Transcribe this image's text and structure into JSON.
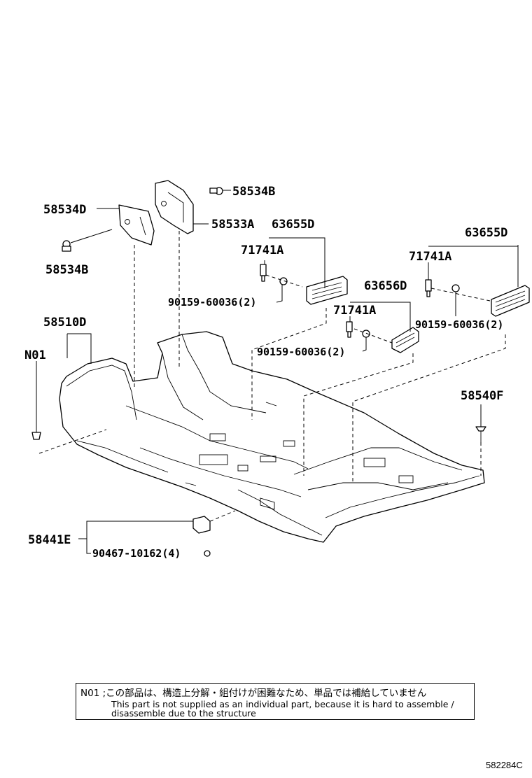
{
  "diagram": {
    "parts": {
      "p58534B_top": "58534B",
      "p58534D": "58534D",
      "p58533A": "58533A",
      "p63655D_a": "63655D",
      "p63655D_b": "63655D",
      "p58534B_bottom": "58534B",
      "p71741A_a": "71741A",
      "p71741A_b": "71741A",
      "p71741A_c": "71741A",
      "p63656D": "63656D",
      "p90159_a": "90159-60036(2)",
      "p90159_b": "90159-60036(2)",
      "p90159_c": "90159-60036(2)",
      "p58510D": "58510D",
      "pN01": "N01",
      "p58540F": "58540F",
      "p58441E": "58441E",
      "p90467": "90467-10162(4)"
    },
    "note": {
      "jp": "N01 ;この部品は、構造上分解・組付けが困難なため、単品では補給していません",
      "en_line1": "This part is not supplied as an individual part, because it is hard to assemble /",
      "en_line2": "disassemble due to the structure"
    },
    "figure_id": "582284C"
  }
}
